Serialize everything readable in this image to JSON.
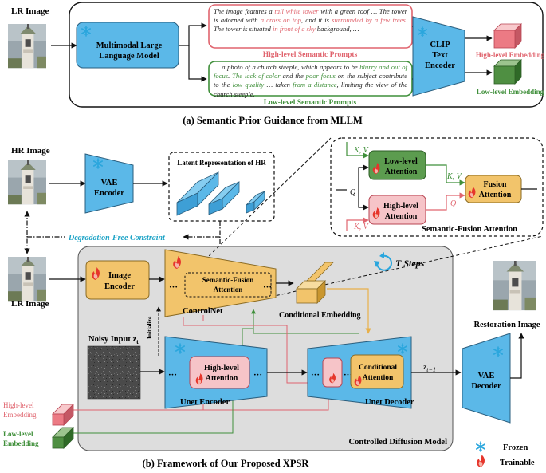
{
  "panel_a": {
    "caption": "(a) Semantic Prior Guidance from MLLM",
    "lr_image_label": "LR Image",
    "mllm_label_line1": "Multimodal Large",
    "mllm_label_line2": "Language Model",
    "high_prompt_title": "High-level Semantic Prompts",
    "low_prompt_title": "Low-level Semantic Prompts",
    "high_prompt": {
      "s1": "The image features a ",
      "h1": "tall white tower",
      "s2": " with a green roof … The tower is adorned with ",
      "h2": "a cross on top",
      "s3": ", and it is ",
      "h3": "surrounded by a few trees",
      "s4": ". The tower is situated ",
      "h4": "in front of a sky",
      "s5": " background, …"
    },
    "low_prompt": {
      "s1": "… a photo of a church steeple, which appears to be ",
      "h1": "blurry and out of focus",
      "s2": ". ",
      "h2": "The lack of color",
      "s3": " and the ",
      "h3": "poor focus",
      "s4": " on the subject contribute to the ",
      "h4": "low quality",
      "s5": " … taken ",
      "h5": "from a distance",
      "s6": ", limiting the view of the church steeple."
    },
    "clip_line1": "CLIP",
    "clip_line2": "Text",
    "clip_line3": "Encoder",
    "high_embedding": "High-level Embedding",
    "low_embedding": "Low-level Embedding"
  },
  "panel_b": {
    "caption": "(b) Framework of Our Proposed XPSR",
    "hr_image_label": "HR Image",
    "lr_image_label": "LR Image",
    "vae_encoder_line1": "VAE",
    "vae_encoder_line2": "Encoder",
    "latent_title": "Latent Representation of HR",
    "degradation_constraint": "Degradation-Free Constraint",
    "t_steps": "T Steps",
    "image_encoder_line1": "Image",
    "image_encoder_line2": "Encoder",
    "sfa_line1": "Semantic-Fusion",
    "sfa_line2": "Attention",
    "controlnet": "ControlNet",
    "conditional_embedding": "Conditional Embedding",
    "noisy_input": "Noisy Input z",
    "noisy_sub": "t",
    "initialize": "Initialize",
    "high_attn_line1": "High-level",
    "high_attn_line2": "Attention",
    "unet_encoder": "Unet Encoder",
    "cond_attn_line1": "Conditional",
    "cond_attn_line2": "Attention",
    "unet_decoder": "Unet Decoder",
    "z_out": "z",
    "z_out_sub": "t−1",
    "vae_decoder_line1": "VAE",
    "vae_decoder_line2": "Decoder",
    "restoration_image": "Restoration Image",
    "high_embedding_line1": "High-level",
    "high_embedding_line2": "Embedding",
    "low_embedding_line1": "Low-level",
    "low_embedding_line2": "Embedding",
    "controlled_diffusion_model": "Controlled Diffusion Model",
    "ellipsis": "···"
  },
  "fusion_inset": {
    "low_attn_line1": "Low-level",
    "low_attn_line2": "Attention",
    "high_attn_line1": "High-level",
    "high_attn_line2": "Attention",
    "fusion_line1": "Fusion",
    "fusion_line2": "Attention",
    "q": "Q",
    "kv": "K, V",
    "title": "Semantic-Fusion Attention"
  },
  "legend": {
    "frozen": "Frozen",
    "trainable": "Trainable"
  },
  "colors": {
    "blue_module": "#5bb8e8",
    "orange_module": "#f2c46b",
    "pink_module": "#f6c4c8",
    "green_module": "#5c9c4f",
    "red_text": "#e0646e",
    "green_text": "#3f8f3a",
    "teal_text": "#1ca3c6",
    "gray_panel": "#dddddd",
    "flame": "#e6352b"
  }
}
